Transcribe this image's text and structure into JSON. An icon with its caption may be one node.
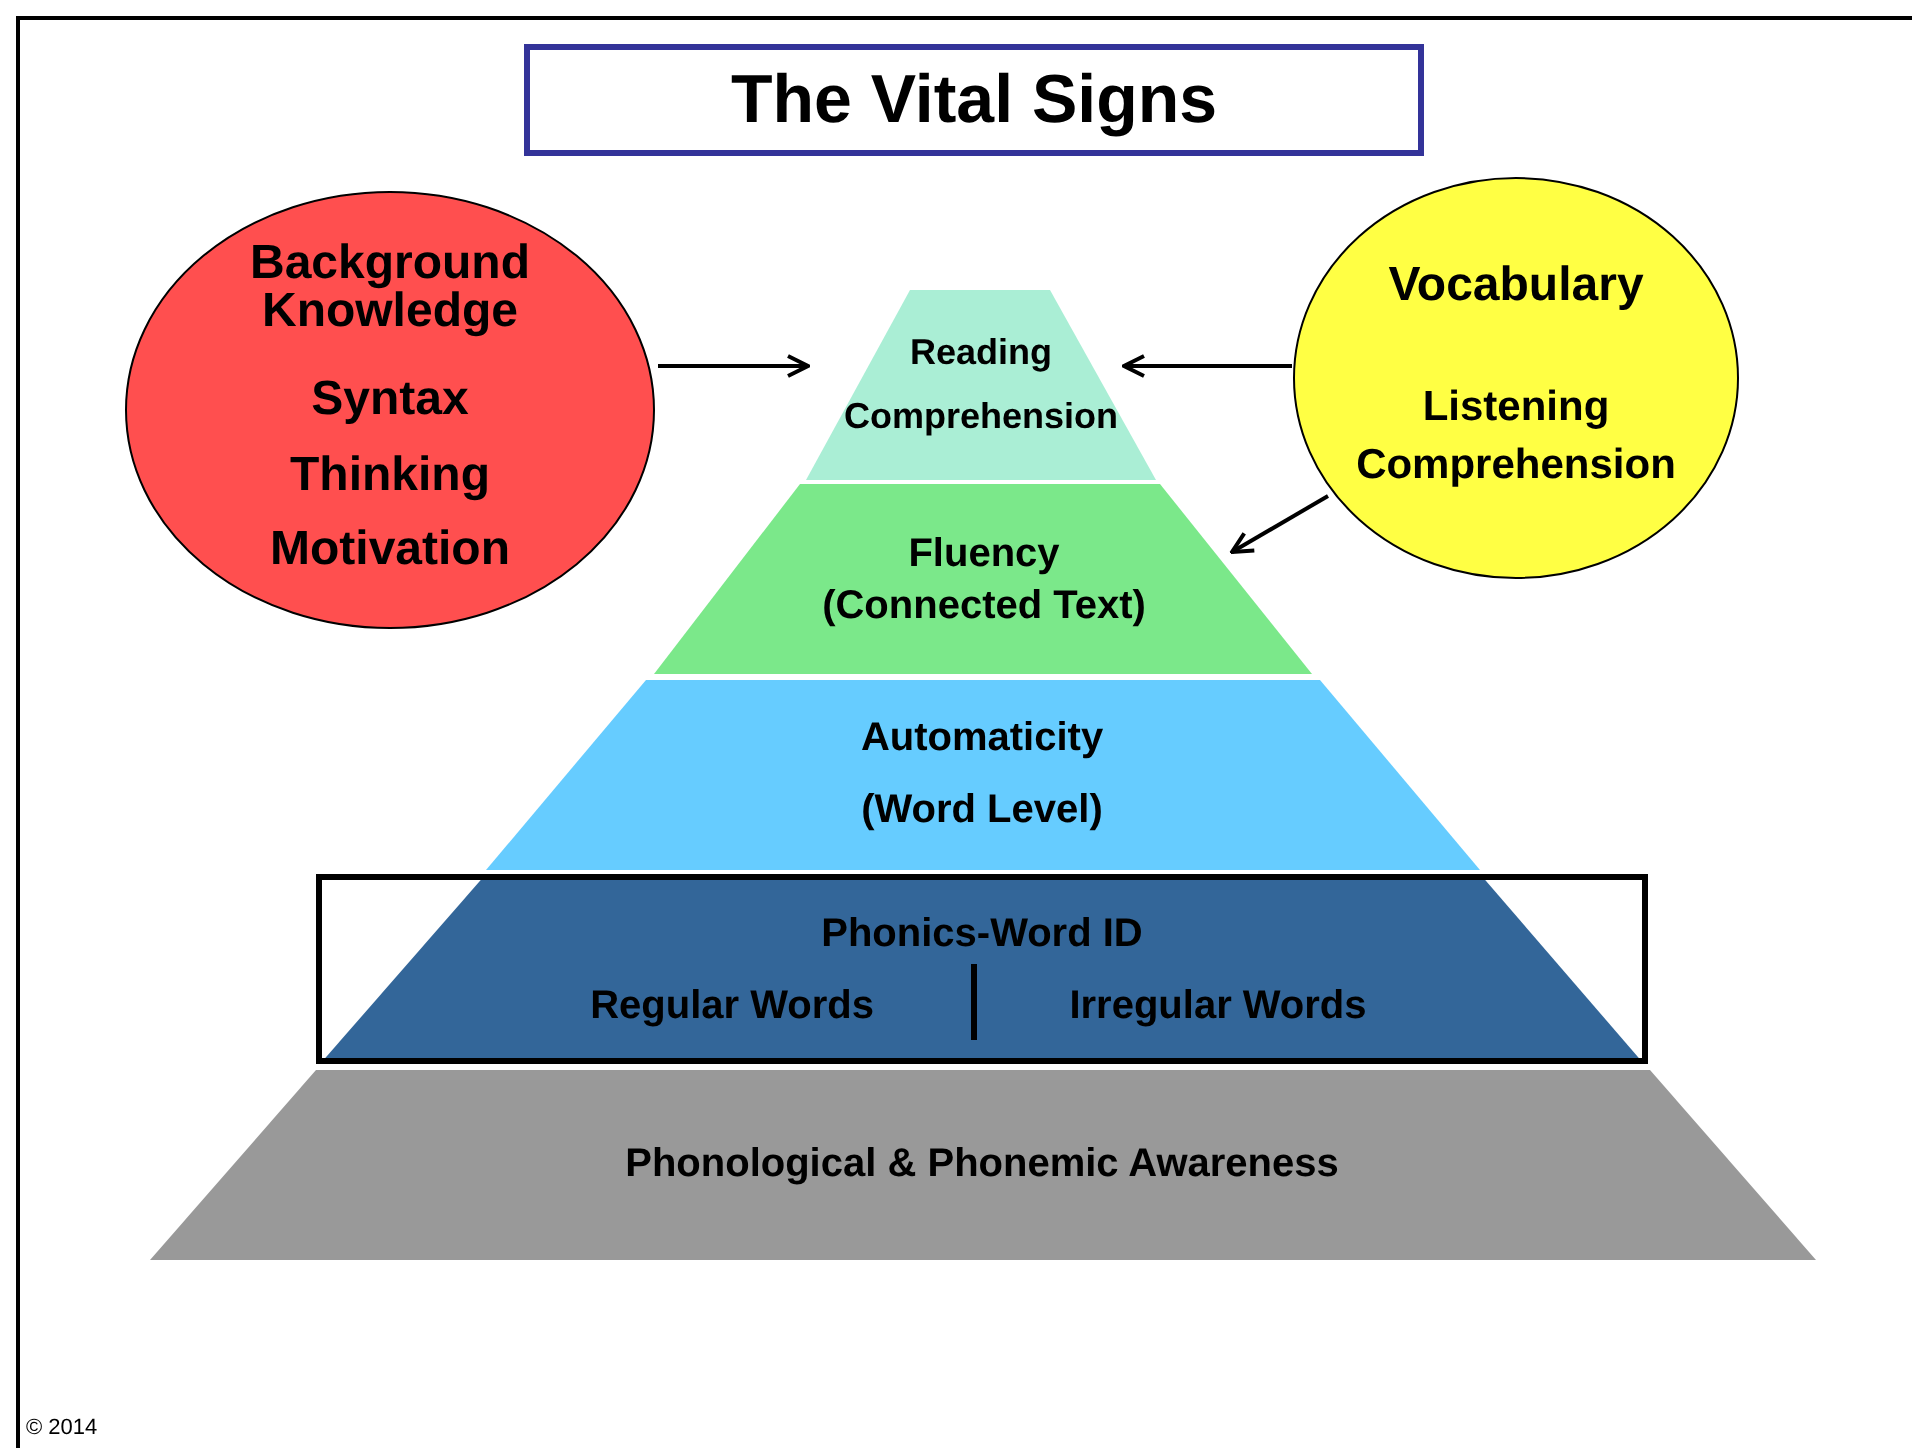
{
  "diagram": {
    "title": "The Vital Signs",
    "nodes": [
      {
        "text": [
          "Background Knowledge",
          "Syntax",
          "Thinking",
          "Motivation"
        ]
      },
      {
        "text": [
          "Reading Comprehension"
        ]
      },
      {
        "text": [
          "Vocabulary",
          "Listening Comprehension"
        ]
      },
      {
        "text": [
          "Fluency (Connected Text)"
        ]
      },
      {
        "text": [
          "Automaticity (Word Level)"
        ]
      },
      {
        "text": [
          "Phonics-Word ID",
          "Regular Words",
          "Irregular Words"
        ]
      },
      {
        "text": [
          "Phonological & Phonemic Awareness"
        ]
      }
    ],
    "edges": [
      {
        "from": 0,
        "to": 1,
        "arrow": "to"
      },
      {
        "from": 2,
        "to": 1,
        "arrow": "to"
      },
      {
        "from": 2,
        "to": 3,
        "arrow": "to"
      }
    ],
    "labels": [
      "© 2014"
    ]
  }
}
